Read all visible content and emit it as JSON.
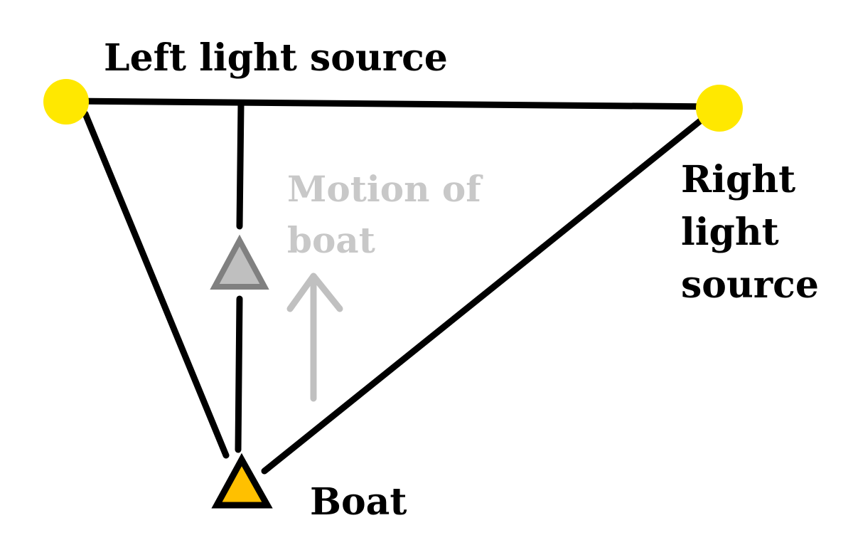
{
  "labels": {
    "left_light_source": "Left light source",
    "right_light_source": [
      "Right",
      "light",
      "source"
    ],
    "motion_of_boat": [
      "Motion of",
      "boat"
    ],
    "boat": "Boat"
  },
  "colors": {
    "line": "#000000",
    "light_source": "#FFE800",
    "boat_current": "#FFC000",
    "boat_ghost": "#BFBFBF",
    "boat_ghost_stroke": "#808080",
    "motion": "#C0C0C0"
  },
  "icons": {
    "light_source": "circle",
    "boat": "triangle",
    "motion": "arrow-up"
  }
}
